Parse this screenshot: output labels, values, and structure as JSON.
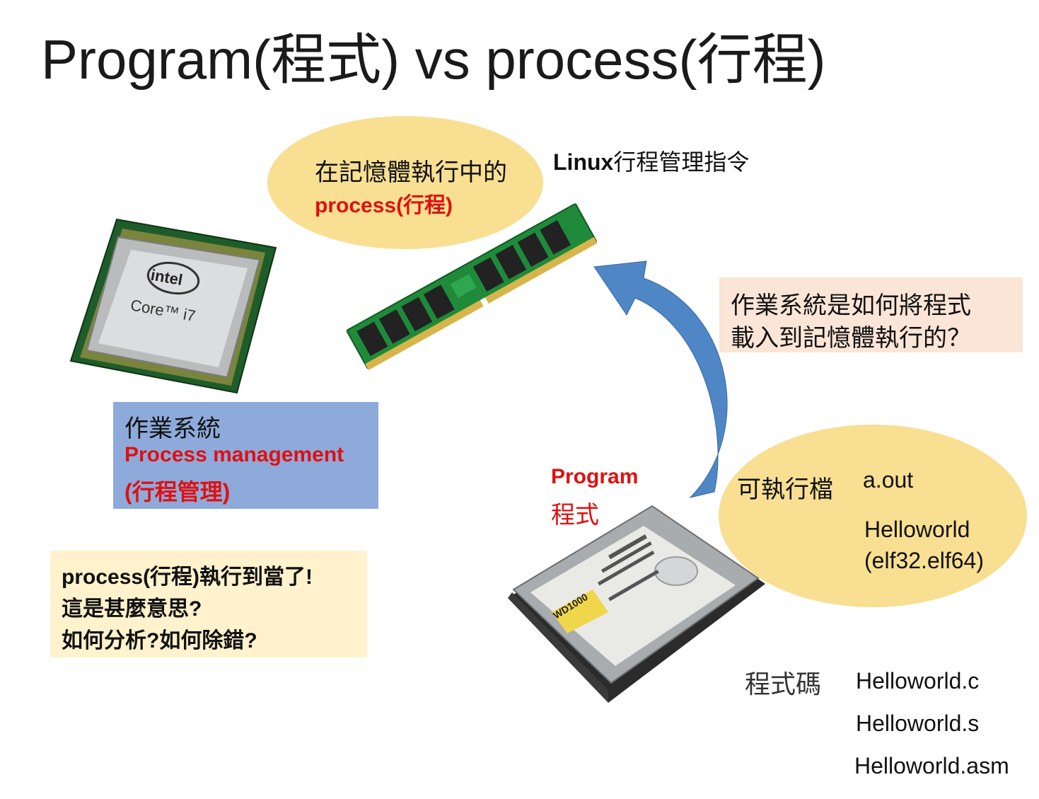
{
  "title": "Program(程式) vs process(行程)",
  "memory_bubble": {
    "line1": "在記憶體執行中的",
    "line2": "process(行程)"
  },
  "linux_cmds": {
    "bold": "Linux",
    "rest": "行程管理指令"
  },
  "question": {
    "line1": "作業系統是如何將程式",
    "line2": "載入到記憶體執行的？"
  },
  "os_box": {
    "line1": "作業系統",
    "line2": "Process management",
    "line3": "(行程管理)"
  },
  "warning_box": {
    "line1": "process(行程)執行到當了!",
    "line2": "這是甚麼意思?",
    "line3": "如何分析?如何除錯?"
  },
  "program_label": {
    "line1": "Program",
    "line2": "程式"
  },
  "executable": {
    "label": "可執行檔",
    "aout": "a.out",
    "hw1": "Helloworld",
    "hw2": "(elf32.elf64)"
  },
  "source": {
    "label": "程式碼",
    "files": [
      "Helloworld.c",
      "Helloworld.s",
      "Helloworld.asm"
    ]
  },
  "cpu_chip": {
    "brand": "intel",
    "model": "Core™ i7"
  },
  "hdd_label": "WD1000",
  "colors": {
    "bubble": "#f8df92",
    "question_bg": "#fbe5d6",
    "os_bg": "#8eaadb",
    "warning_bg": "#fff2cc",
    "accent_red": "#e01010",
    "arrow_blue": "#4f86c6"
  }
}
